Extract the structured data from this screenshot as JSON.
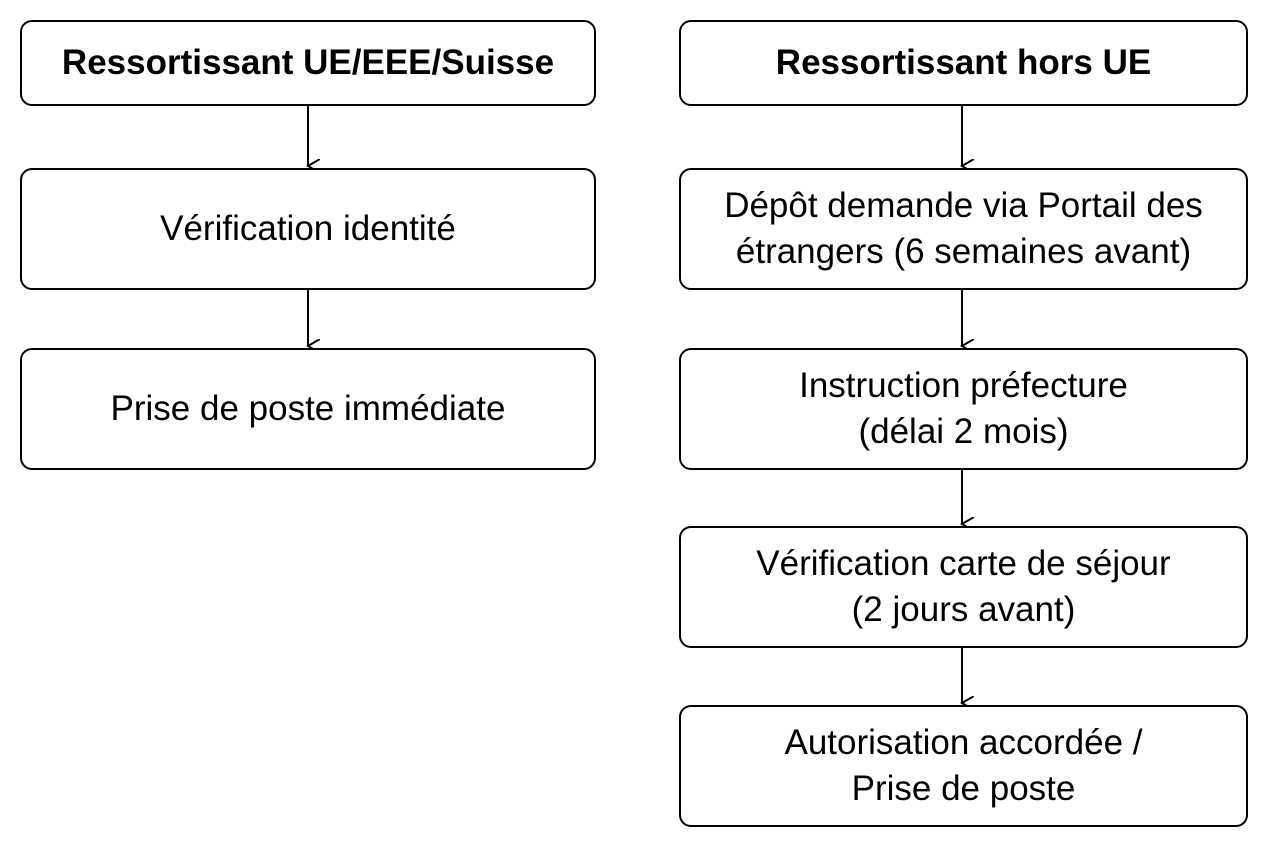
{
  "left_column": {
    "header": "Ressortissant UE/EEE/Suisse",
    "steps": [
      {
        "lines": [
          "Vérification identité"
        ]
      },
      {
        "lines": [
          "Prise de poste immédiate"
        ]
      }
    ]
  },
  "right_column": {
    "header": "Ressortissant hors UE",
    "steps": [
      {
        "lines": [
          "Dépôt demande via Portail des",
          "étrangers (6 semaines avant)"
        ]
      },
      {
        "lines": [
          "Instruction préfecture",
          "(délai 2 mois)"
        ]
      },
      {
        "lines": [
          "Vérification carte de séjour",
          "(2 jours avant)"
        ]
      },
      {
        "lines": [
          "Autorisation accordée /",
          "Prise de poste"
        ]
      }
    ]
  }
}
